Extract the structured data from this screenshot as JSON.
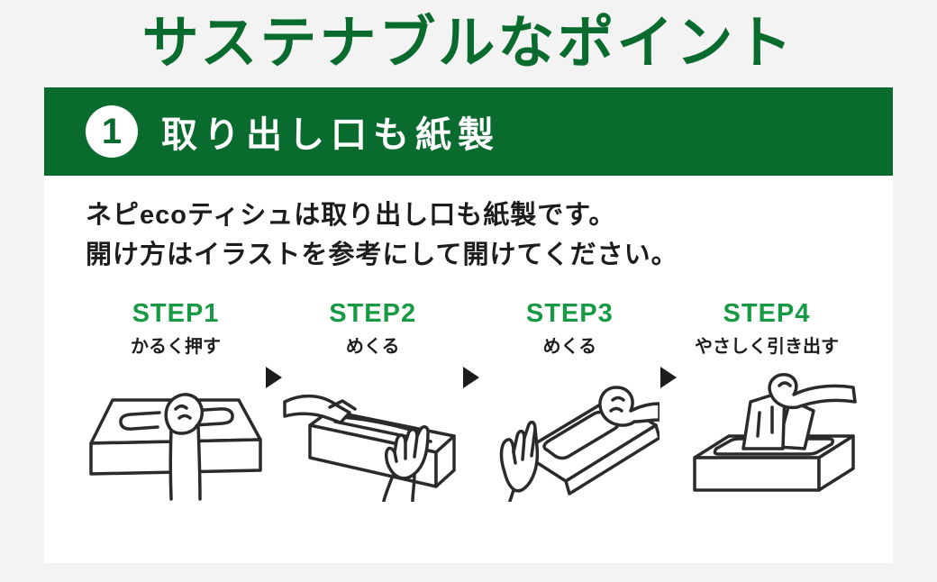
{
  "page": {
    "title": "サステナブルなポイント",
    "colors": {
      "background": "#f3f3f3",
      "card": "#ffffff",
      "dark_green": "#0a6b2f",
      "step_green": "#169a43",
      "text": "#1d1d1d",
      "line_art": "#2b2b2b",
      "arrow": "#1d1d1d"
    }
  },
  "section": {
    "number": "1",
    "heading": "取り出し口も紙製",
    "description_lines": [
      "ネピecoティシュは取り出し口も紙製です。",
      "開け方はイラストを参考にして開けてください。"
    ],
    "steps": [
      {
        "label": "STEP1",
        "caption": "かるく押す",
        "illustration": "press-box-illustration"
      },
      {
        "label": "STEP2",
        "caption": "めくる",
        "illustration": "peel-strip-illustration"
      },
      {
        "label": "STEP3",
        "caption": "めくる",
        "illustration": "peel-flap-illustration"
      },
      {
        "label": "STEP4",
        "caption": "やさしく引き出す",
        "illustration": "pull-tissue-illustration"
      }
    ],
    "arrow_icon": "right-triangle"
  }
}
